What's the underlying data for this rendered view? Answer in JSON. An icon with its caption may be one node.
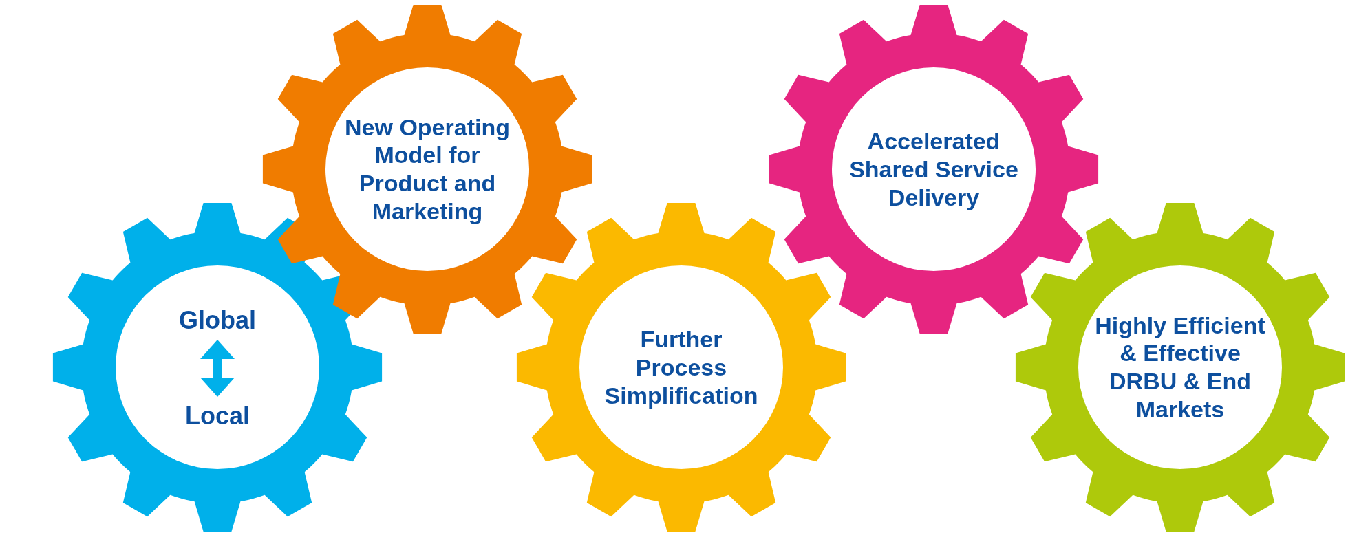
{
  "diagram": {
    "nodes": [
      {
        "text": [],
        "shape": "gear"
      },
      {
        "text": [
          "Global"
        ],
        "in": 0
      },
      {
        "text": [
          "Local"
        ],
        "in": 0
      },
      {
        "text": [
          "New Operating Model for Product and Marketing"
        ]
      },
      {
        "text": [
          "Further Process Simplification"
        ]
      },
      {
        "text": [
          "Accelerated Shared Service Delivery"
        ]
      },
      {
        "text": [
          "Highly Efficient & Effective DRBU & End Markets"
        ]
      }
    ],
    "edges": [
      {
        "from": 1,
        "to": 2,
        "arrow": "both"
      }
    ]
  }
}
